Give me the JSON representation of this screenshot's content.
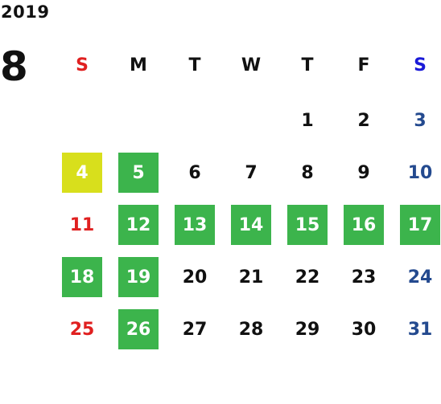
{
  "calendar": {
    "year": "2019",
    "month": "8",
    "weekdays": [
      "S",
      "M",
      "T",
      "W",
      "T",
      "F",
      "S"
    ],
    "colors": {
      "sunday": "#e02020",
      "saturday": "#244a8f",
      "saturday_header": "#1a1ad8",
      "highlight_green": "#3cb44c",
      "highlight_yellow": "#d8df1c"
    },
    "weeks": [
      [
        null,
        null,
        null,
        null,
        {
          "day": "1"
        },
        {
          "day": "2"
        },
        {
          "day": "3"
        }
      ],
      [
        {
          "day": "4",
          "highlight": "yellow"
        },
        {
          "day": "5",
          "highlight": "green"
        },
        {
          "day": "6"
        },
        {
          "day": "7"
        },
        {
          "day": "8"
        },
        {
          "day": "9"
        },
        {
          "day": "10"
        }
      ],
      [
        {
          "day": "11"
        },
        {
          "day": "12",
          "highlight": "green"
        },
        {
          "day": "13",
          "highlight": "green"
        },
        {
          "day": "14",
          "highlight": "green"
        },
        {
          "day": "15",
          "highlight": "green"
        },
        {
          "day": "16",
          "highlight": "green"
        },
        {
          "day": "17",
          "highlight": "green"
        }
      ],
      [
        {
          "day": "18",
          "highlight": "green"
        },
        {
          "day": "19",
          "highlight": "green"
        },
        {
          "day": "20"
        },
        {
          "day": "21"
        },
        {
          "day": "22"
        },
        {
          "day": "23"
        },
        {
          "day": "24"
        }
      ],
      [
        {
          "day": "25"
        },
        {
          "day": "26",
          "highlight": "green"
        },
        {
          "day": "27"
        },
        {
          "day": "28"
        },
        {
          "day": "29"
        },
        {
          "day": "30"
        },
        {
          "day": "31"
        }
      ]
    ]
  }
}
